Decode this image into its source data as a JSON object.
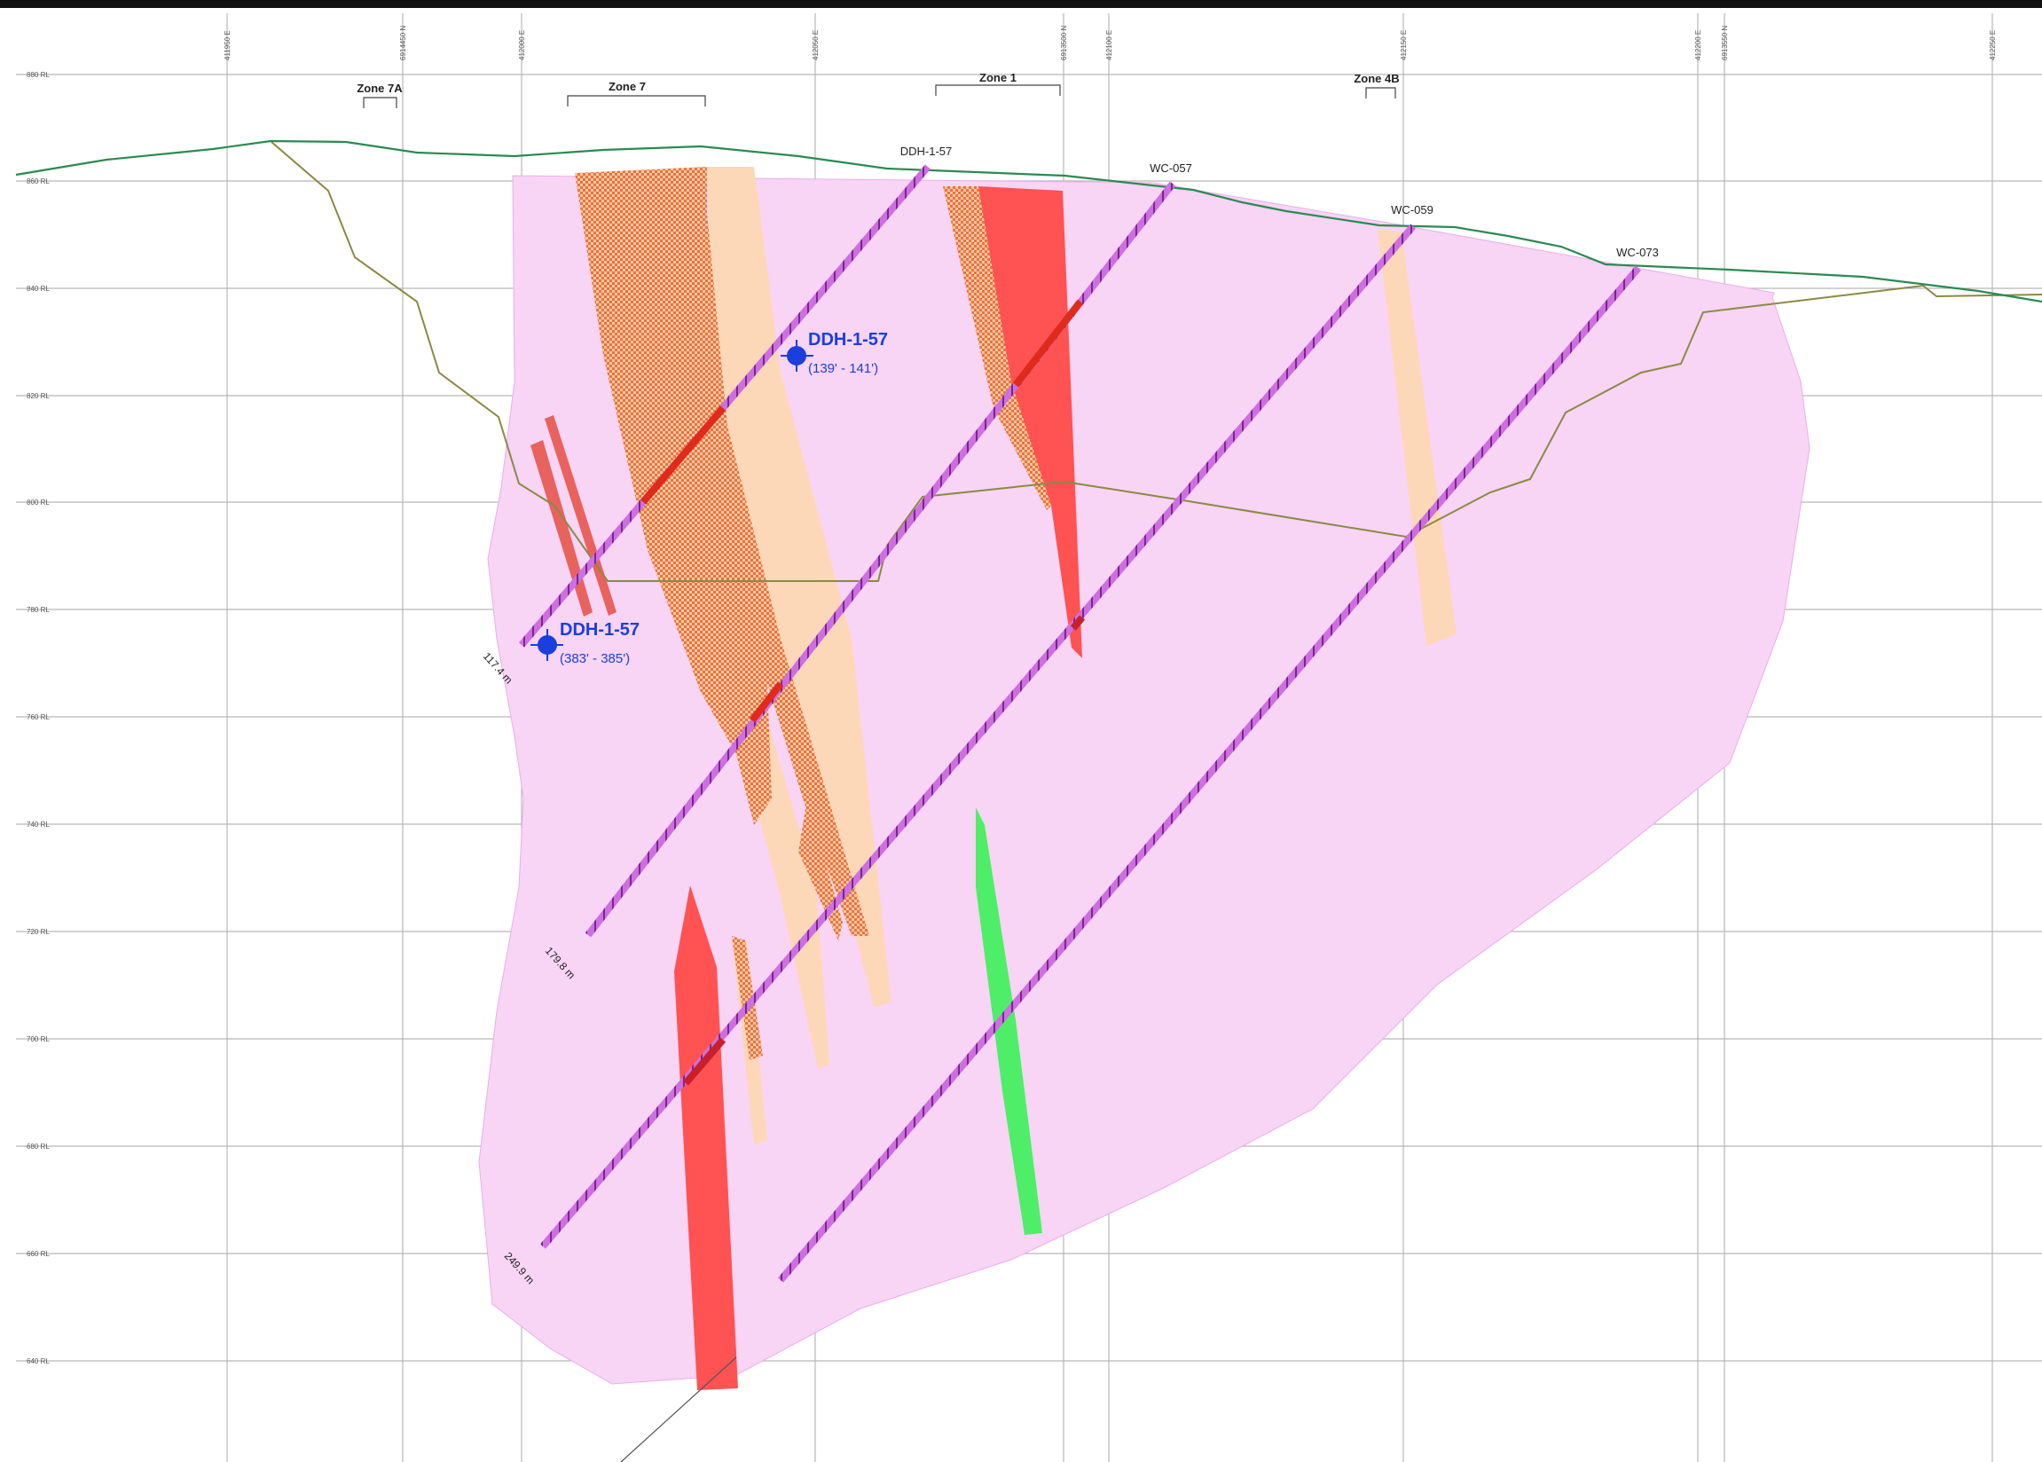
{
  "colors": {
    "envelope": "#f8d4f5",
    "orange_hatch": "#e9733a",
    "peach": "#fcd8b8",
    "red_lode": "#ff5252",
    "green_lode": "#4fee68",
    "topo": "#2b8a52",
    "pit_outline": "#8a8a44",
    "drillhole": "#b040c8",
    "sample_marker": "#1a3fdc"
  },
  "rl_labels": [
    "880 RL",
    "860 RL",
    "840 RL",
    "820 RL",
    "800 RL",
    "780 RL",
    "760 RL",
    "740 RL",
    "720 RL",
    "700 RL",
    "680 RL",
    "660 RL",
    "640 RL"
  ],
  "easting_labels": [
    "411950 E",
    "6914450 N",
    "412000 E",
    "412050 E",
    "6913500 N",
    "412100 E",
    "412150 E",
    "412200 E",
    "6913550 N",
    "412250 E"
  ],
  "zones": {
    "zone_7a": "Zone 7A",
    "zone_7": "Zone 7",
    "zone_1": "Zone 1",
    "zone_4b": "Zone 4B"
  },
  "drillholes": {
    "ddh_1_57": "DDH-1-57",
    "wc_057": "WC-057",
    "wc_059": "WC-059",
    "wc_073": "WC-073"
  },
  "depths": {
    "ddh_1_57": "117.4 m",
    "wc_057": "179.8 m",
    "wc_059": "249.9 m"
  },
  "samples": [
    {
      "hole": "DDH-1-57",
      "interval": "(139' - 141')"
    },
    {
      "hole": "DDH-1-57",
      "interval": "(383' - 385')"
    }
  ]
}
